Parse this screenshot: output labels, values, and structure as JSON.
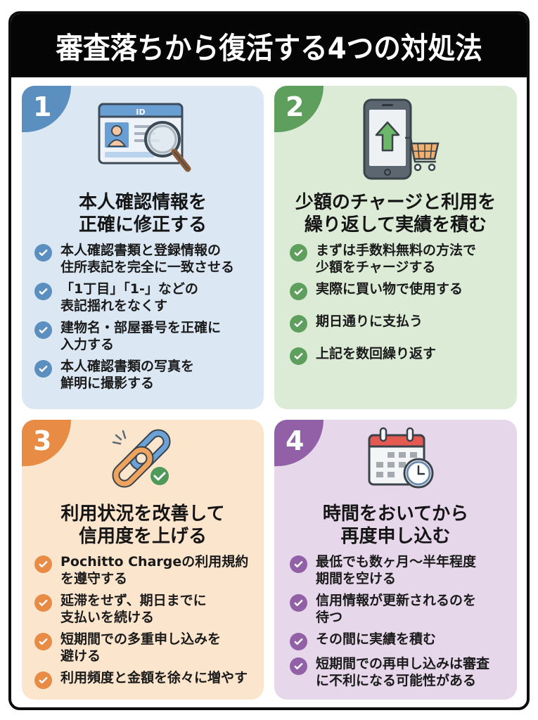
{
  "header": {
    "title": "審査落ちから復活する4つの対処法"
  },
  "colors": {
    "card1_bg": "#dbe8f4",
    "card1_accent": "#5b8fc0",
    "card2_bg": "#dcebd6",
    "card2_accent": "#5f9f5e",
    "card3_bg": "#fbe6cd",
    "card3_accent": "#e88b44",
    "card4_bg": "#e6d7ea",
    "card4_accent": "#9260a6"
  },
  "cards": [
    {
      "number": "1",
      "icon": "id-card-magnifier-icon",
      "title_lines": [
        "本人確認情報を",
        "正確に修正する"
      ],
      "items": [
        [
          "本人確認書類と登録情報の",
          "住所表記を完全に一致させる"
        ],
        [
          "「1丁目」「1-」などの",
          "表記揺れをなくす"
        ],
        [
          "建物名・部屋番号を正確に",
          "入力する"
        ],
        [
          "本人確認書類の写真を",
          "鮮明に撮影する"
        ]
      ],
      "id_label": "ID"
    },
    {
      "number": "2",
      "icon": "phone-upload-cart-icon",
      "title_lines": [
        "少額のチャージと利用を",
        "繰り返して実績を積む"
      ],
      "items": [
        [
          "まずは手数料無料の方法で",
          "少額をチャージする"
        ],
        [
          "実際に買い物で使用する"
        ],
        [
          "期日通りに支払う"
        ],
        [
          "上記を数回繰り返す"
        ]
      ]
    },
    {
      "number": "3",
      "icon": "chain-link-check-icon",
      "title_lines": [
        "利用状況を改善して",
        "信用度を上げる"
      ],
      "items": [
        [
          "Pochitto Chargeの利用規約",
          "を遵守する"
        ],
        [
          "延滞をせず、期日までに",
          "支払いを続ける"
        ],
        [
          "短期間での多重申し込みを",
          "避ける"
        ],
        [
          "利用頻度と金額を徐々に増やす"
        ]
      ]
    },
    {
      "number": "4",
      "icon": "calendar-clock-icon",
      "title_lines": [
        "時間をおいてから",
        "再度申し込む"
      ],
      "items": [
        [
          "最低でも数ヶ月〜半年程度",
          "期間を空ける"
        ],
        [
          "信用情報が更新されるのを",
          "待つ"
        ],
        [
          "その間に実績を積む"
        ],
        [
          "短期間での再申し込みは審査",
          "に不利になる可能性がある"
        ]
      ]
    }
  ]
}
